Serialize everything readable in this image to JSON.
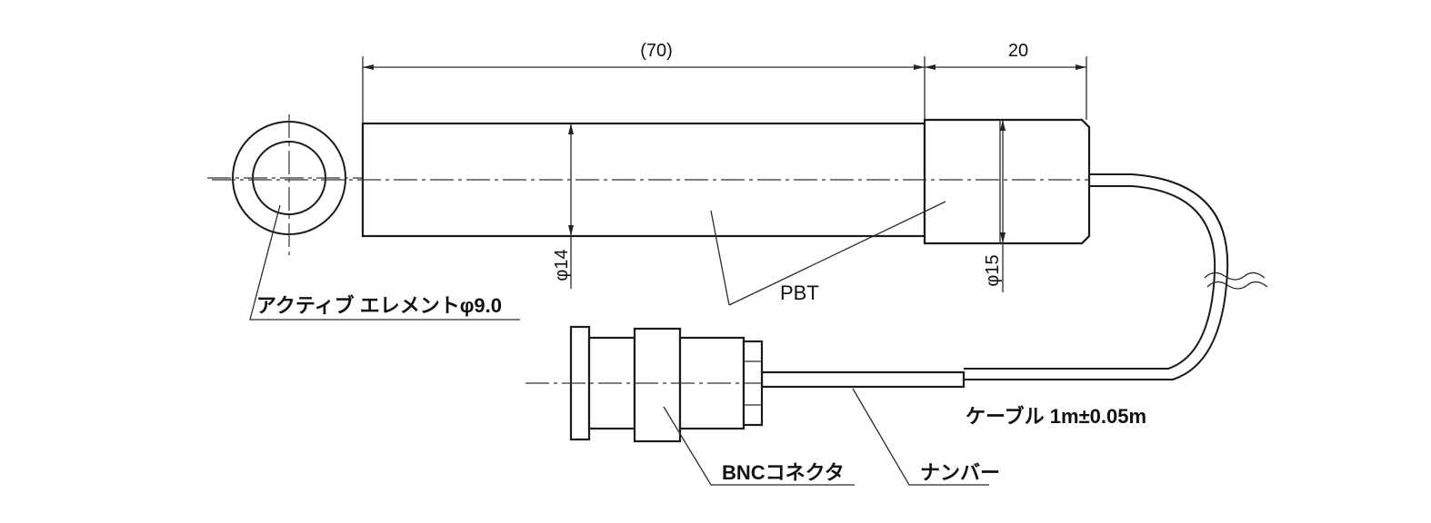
{
  "dimensions": {
    "length_main": "(70)",
    "length_cap": "20",
    "dia_body": "φ14",
    "dia_cap": "φ15"
  },
  "labels": {
    "active_element": "アクティブ エレメントφ9.0",
    "material": "PBT",
    "cable": "ケーブル 1m±0.05m",
    "connector": "BNCコネクタ",
    "number": "ナンバー"
  }
}
